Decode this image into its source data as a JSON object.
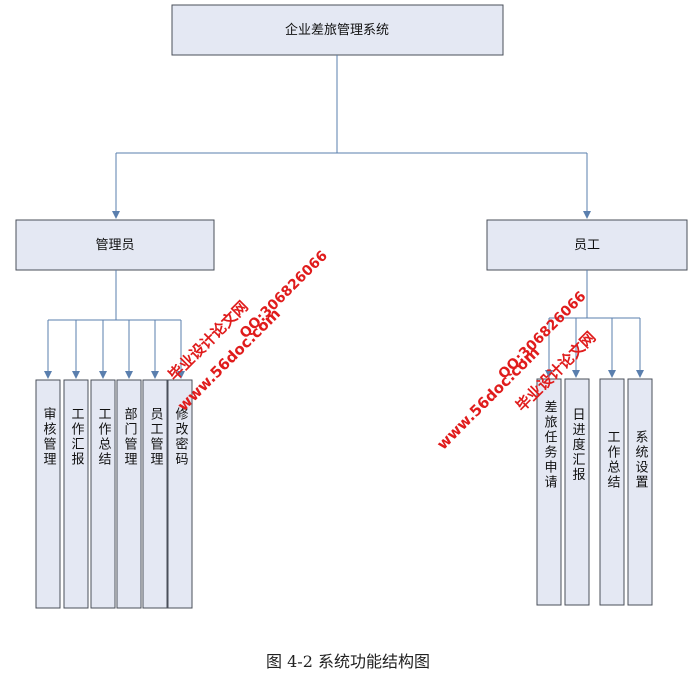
{
  "root": {
    "label": "企业差旅管理系统"
  },
  "admin": {
    "label": "管理员",
    "children": [
      "审核管理",
      "工作汇报",
      "工作总结",
      "部门管理",
      "员工管理",
      "修改密码"
    ]
  },
  "employee": {
    "label": "员工",
    "children": [
      "差旅任务申请",
      "日进度汇报",
      "工作总结",
      "系统设置"
    ]
  },
  "watermarks": [
    {
      "site": "www.56doc.com",
      "qq": "QQ:306826066",
      "name": "毕业设计论文网"
    },
    {
      "site": "www.56doc.com",
      "qq": "QQ:306826066",
      "name": "毕业设计论文网"
    }
  ],
  "caption": "图 4-2 系统功能结构图",
  "colors": {
    "box_fill": "#e4e8f3",
    "box_stroke": "#4a4f5a",
    "connector": "#5a7fae",
    "watermark": "#e01c1c"
  }
}
